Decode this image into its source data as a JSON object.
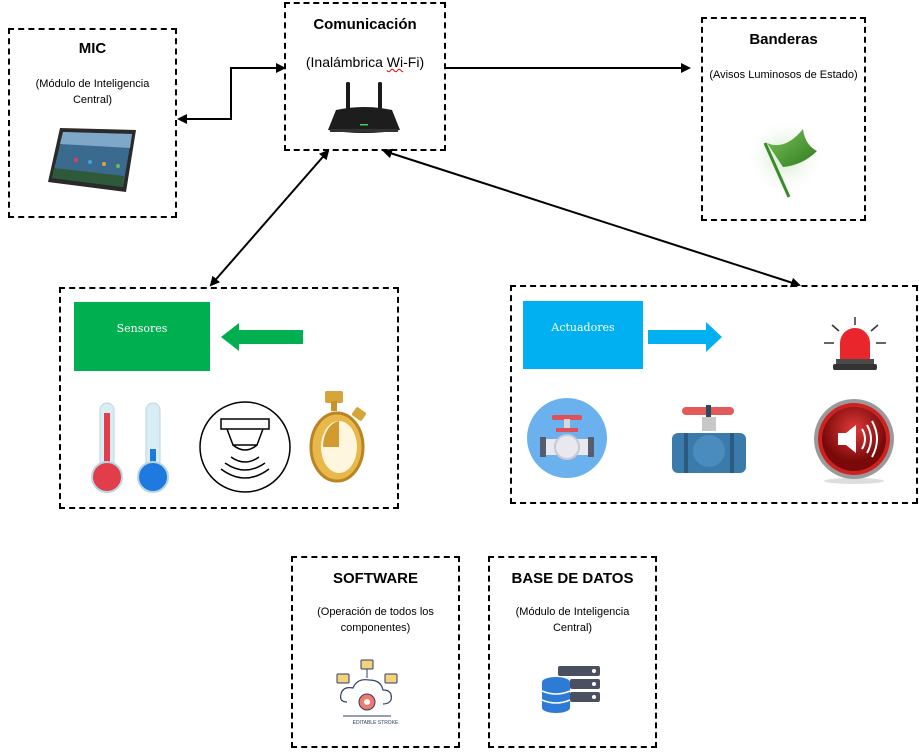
{
  "diagram": {
    "nodes": {
      "mic": {
        "title": "MIC",
        "subtitle": "(Módulo de Inteligencia Central)",
        "icon": "tablet-icon"
      },
      "comunicacion": {
        "title": "Comunicación",
        "subtitle_prefix": "(Inalámbrica ",
        "subtitle_marked": "Wi",
        "subtitle_suffix": "-Fi)",
        "icon": "wifi-router-icon"
      },
      "banderas": {
        "title": "Banderas",
        "subtitle": "(Avisos Luminosos de Estado)",
        "icon": "green-flag-icon"
      },
      "sensores": {
        "label": "Sensores",
        "color": "#00b050",
        "arrow_direction": "left",
        "icons": [
          "thermometer-hot-icon",
          "thermometer-cold-icon",
          "motion-sensor-icon",
          "stopwatch-icon"
        ]
      },
      "actuadores": {
        "label": "Actuadores",
        "color": "#00b0f0",
        "arrow_direction": "right",
        "icons": [
          "alarm-beacon-icon",
          "pipe-valve-round-icon",
          "water-valve-icon",
          "speaker-button-icon"
        ]
      },
      "software": {
        "title": "SOFTWARE",
        "subtitle": "(Operación de todos los componentes)",
        "icon": "cloud-gear-icon",
        "icon_caption": "EDITABLE STROKE"
      },
      "base_de_datos": {
        "title": "BASE DE DATOS",
        "subtitle": "(Módulo de Inteligencia Central)",
        "icon": "database-server-icon"
      }
    },
    "edges": [
      {
        "from": "mic",
        "to": "comunicacion",
        "type": "bidirectional-elbow"
      },
      {
        "from": "comunicacion",
        "to": "banderas",
        "type": "directed"
      },
      {
        "from": "comunicacion",
        "to": "sensores",
        "type": "bidirectional"
      },
      {
        "from": "comunicacion",
        "to": "actuadores",
        "type": "bidirectional"
      }
    ],
    "colors": {
      "sensor_green": "#00b050",
      "actuator_blue": "#00b0f0",
      "flag_green": "#3f8f2a",
      "alarm_red": "#e8262b"
    }
  }
}
